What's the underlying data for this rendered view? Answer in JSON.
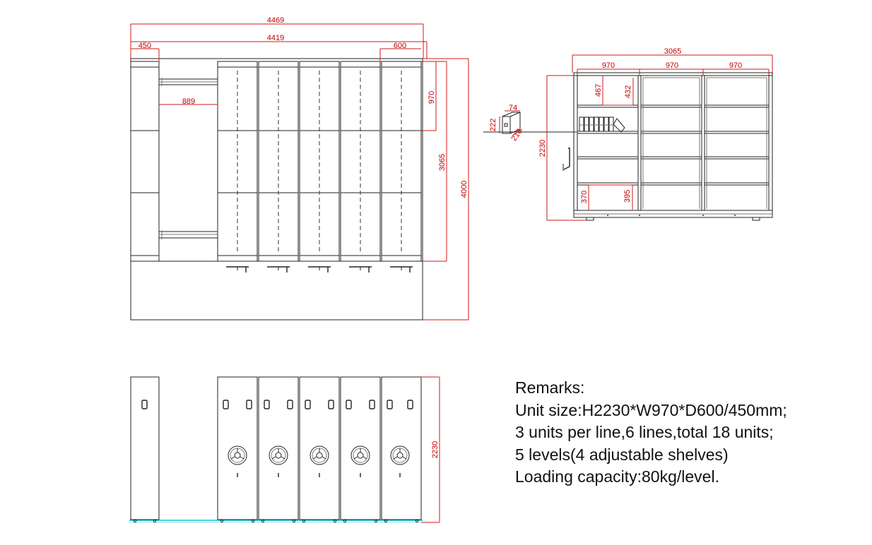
{
  "plan_view": {
    "dims": {
      "overall_width": "4469",
      "rail_width": "4419",
      "fixed_depth": "450",
      "mobile_depth": "600",
      "aisle": "889",
      "unit_width": "970",
      "line_length": "3065",
      "room_length": "4000"
    }
  },
  "front_view": {
    "dims": {
      "overall_width": "3065",
      "bay1": "970",
      "bay2": "970",
      "bay3": "970",
      "height": "2230",
      "top_clear": "467",
      "top_shelf": "432",
      "bottom_clear": "370",
      "bottom_shelf": "395"
    }
  },
  "file_box": {
    "dims": {
      "width": "74",
      "height": "222",
      "depth": "216"
    }
  },
  "side_view": {
    "dims": {
      "height": "2230"
    }
  },
  "remarks": {
    "title": "Remarks:",
    "lines": [
      "Unit size:H2230*W970*D600/450mm;",
      "3 units per line,6 lines,total 18 units;",
      "5 levels(4 adjustable shelves)",
      "Loading capacity:80kg/level."
    ]
  },
  "colors": {
    "dimension": "#d11a1a",
    "drawing": "#222222",
    "floor_rail": "#00c8d8"
  }
}
